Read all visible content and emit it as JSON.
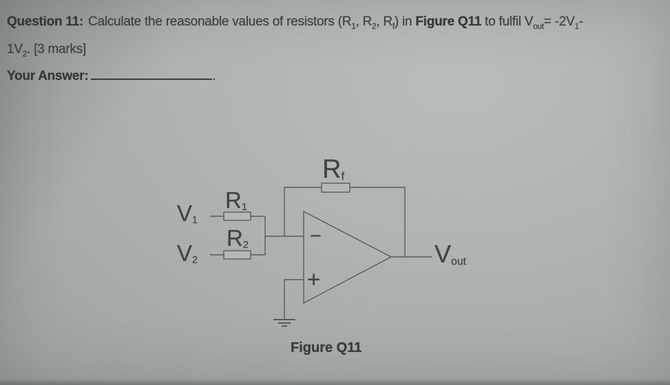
{
  "page": {
    "paper_color": "#adb4b0",
    "text_color": "#3d413f",
    "line_color": "#585d5a"
  },
  "question": {
    "number_label": "Question 11:",
    "seg_calculate": "Calculate the reasonable values of resistors (R",
    "sub_r1": "1",
    "seg_comma1": ", R",
    "sub_r2": "2",
    "seg_comma2": ", R",
    "sub_rf": "f",
    "seg_in": ") in ",
    "figure_ref": "Figure Q11",
    "seg_fulfil": " to fulfil V",
    "sub_vout": "out",
    "seg_equals": "= -2V",
    "sub_v1": "1",
    "seg_trailing_dash": "-",
    "line2_prefix": "1V",
    "line2_sub": "2",
    "line2_suffix": ". [3 marks]",
    "marks": "3"
  },
  "answer": {
    "label": "Your Answer:",
    "terminator": "."
  },
  "circuit": {
    "caption": "Figure Q11",
    "labels": {
      "rf_base": "R",
      "rf_sub": "f",
      "r1_base": "R",
      "r1_sub": "1",
      "r2_base": "R",
      "r2_sub": "2",
      "v1_base": "V",
      "v1_sub": "1",
      "v2_base": "V",
      "v2_sub": "2",
      "vout_base": "V",
      "vout_sub": "out",
      "inverting_input": "−",
      "noninverting_input": "+"
    }
  }
}
